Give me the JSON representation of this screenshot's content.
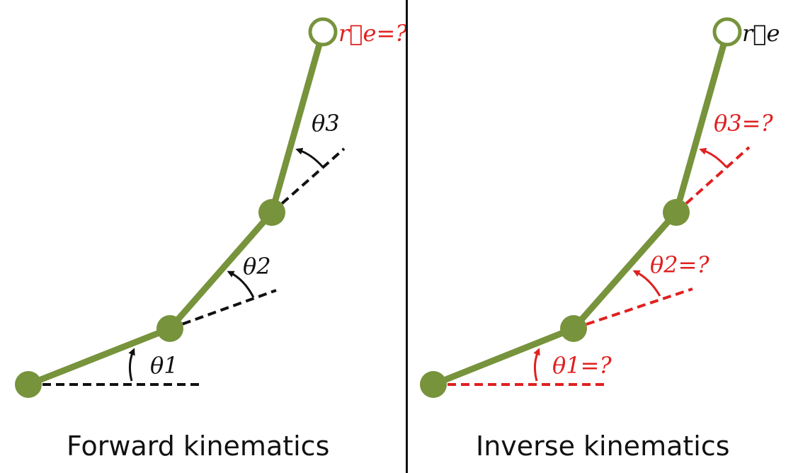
{
  "colors": {
    "link": "#77933c",
    "known": "#111111",
    "unknown": "#e02020"
  },
  "left_panel": {
    "caption": "Forward kinematics",
    "end_effector_label": "r⃗e=?",
    "theta1": "θ1",
    "theta2": "θ2",
    "theta3": "θ3"
  },
  "right_panel": {
    "caption": "Inverse kinematics",
    "end_effector_label": "r⃗e",
    "theta1": "θ1=?",
    "theta2": "θ2=?",
    "theta3": "θ3=?"
  }
}
